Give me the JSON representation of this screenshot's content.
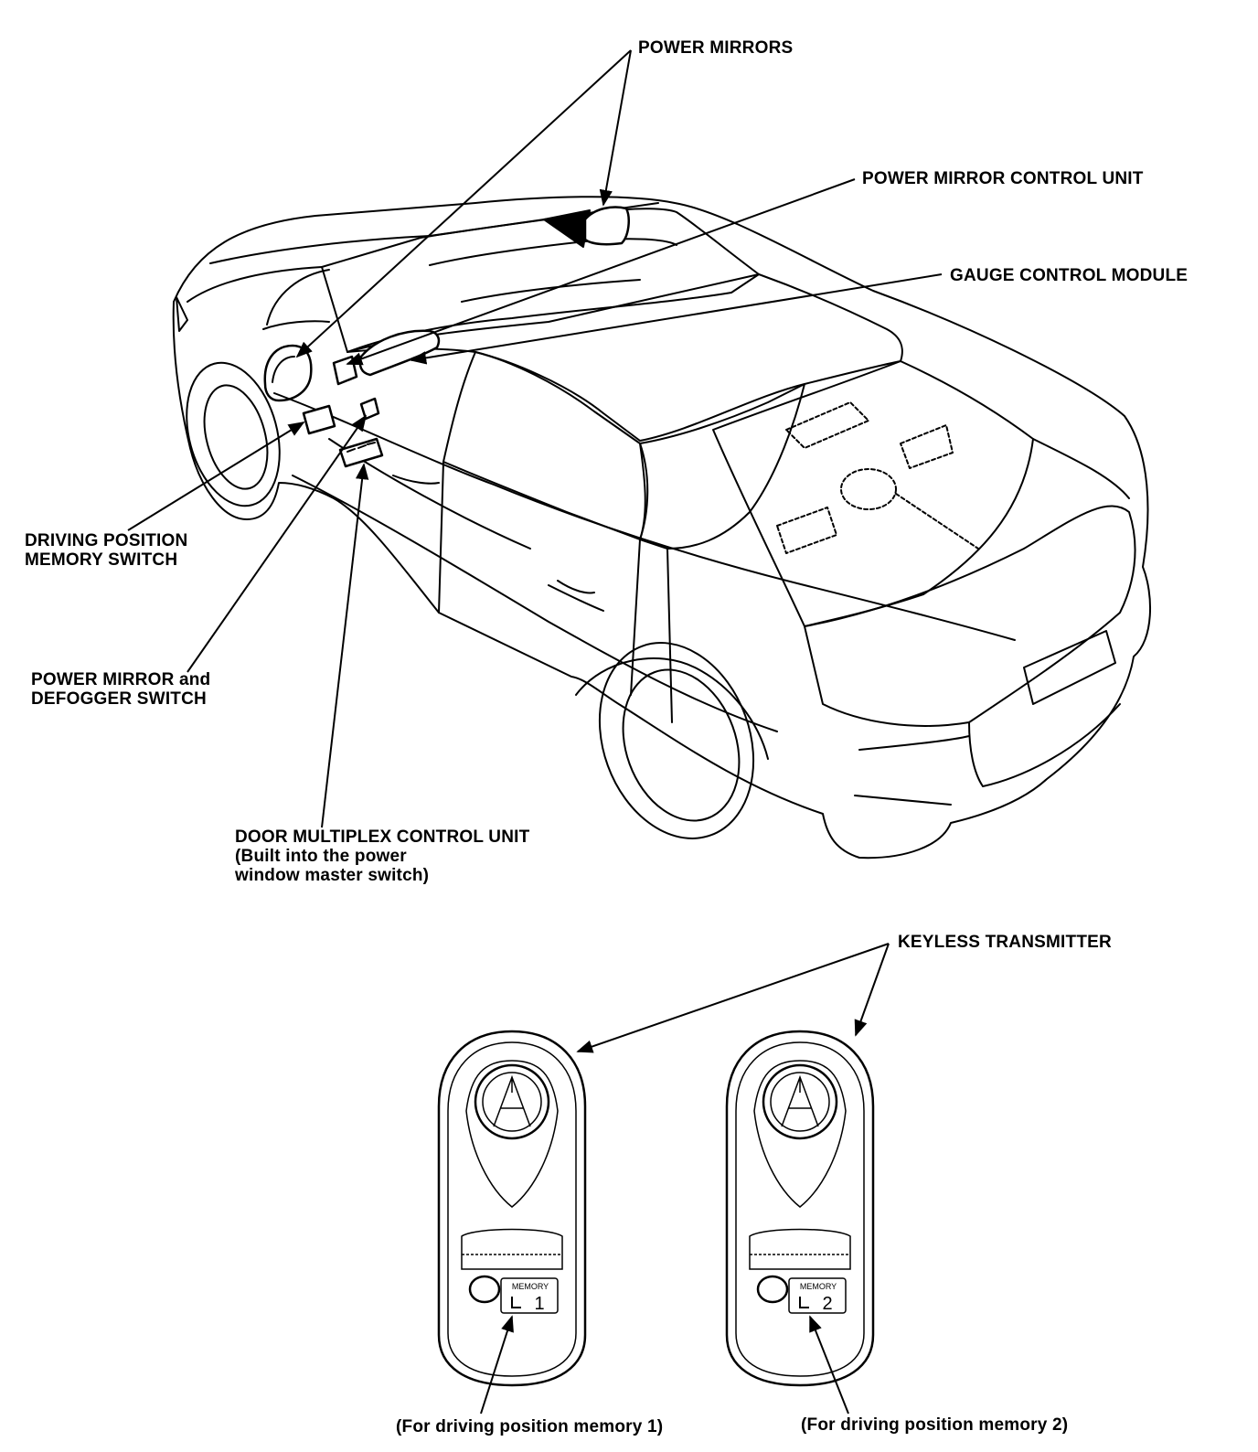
{
  "labels": {
    "power_mirrors": "POWER MIRRORS",
    "power_mirror_control_unit": "POWER MIRROR CONTROL UNIT",
    "gauge_control_module": "GAUGE CONTROL MODULE",
    "driving_position_memory_switch": [
      "DRIVING POSITION",
      "MEMORY SWITCH"
    ],
    "power_mirror_defogger_switch": [
      "POWER MIRROR and",
      "DEFOGGER SWITCH"
    ],
    "door_multiplex_control_unit": [
      "DOOR MULTIPLEX CONTROL UNIT",
      "(Built into the power",
      "window master switch)"
    ],
    "keyless_transmitter": "KEYLESS TRANSMITTER",
    "memory_1_note": "(For driving position memory 1)",
    "memory_2_note": "(For driving position memory 2)"
  },
  "transmitters": [
    {
      "button_caption": "MEMORY",
      "button_number": "1"
    },
    {
      "button_caption": "MEMORY",
      "button_number": "2"
    }
  ]
}
